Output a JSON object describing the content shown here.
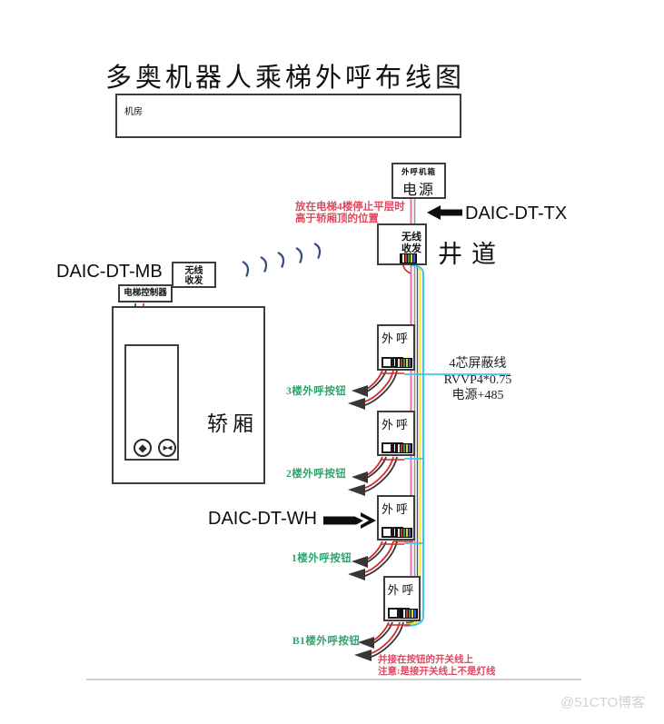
{
  "title": "多奥机器人乘梯外呼布线图",
  "machine_room": {
    "label": "机房"
  },
  "power_box": {
    "caption": "外呼机箱",
    "label": "电源"
  },
  "shaft_label": "井道",
  "device_labels": {
    "tx": "DAIC-DT-TX",
    "mb": "DAIC-DT-MB",
    "wh": "DAIC-DT-WH"
  },
  "transceiver": {
    "line1": "无线",
    "line2": "收发"
  },
  "controller": {
    "label": "电梯控制器"
  },
  "car": {
    "label": "轿厢",
    "door_open_icon": "◆",
    "door_close_icon": "▶◀"
  },
  "notes": {
    "tx_position": {
      "line1": "放在电梯4楼停止平层时",
      "line2": "高于轿厢顶的位置"
    },
    "bottom": {
      "line1": "并接在按钮的开关线上",
      "line2": "注意:是接开关线上不是灯线"
    }
  },
  "cable_spec": {
    "line1": "4芯屏蔽线",
    "line2": "RVVP4*0.75",
    "line3": "电源+485"
  },
  "floors": [
    {
      "box_label": "外呼",
      "button_label": "3楼外呼按钮"
    },
    {
      "box_label": "外呼",
      "button_label": "2楼外呼按钮"
    },
    {
      "box_label": "外呼",
      "button_label": "1楼外呼按钮"
    },
    {
      "box_label": "外呼",
      "button_label": "B1楼外呼按钮"
    }
  ],
  "watermark": "@51CTO博客",
  "colors": {
    "wire_pink": "#ee6faa",
    "wire_yellow": "#f0e636",
    "wire_cyan": "#3cc6ef",
    "wire_red": "#d42a2a",
    "wire_gray": "#999999",
    "note_red": "#e0485e",
    "button_green": "#2fa36e"
  }
}
